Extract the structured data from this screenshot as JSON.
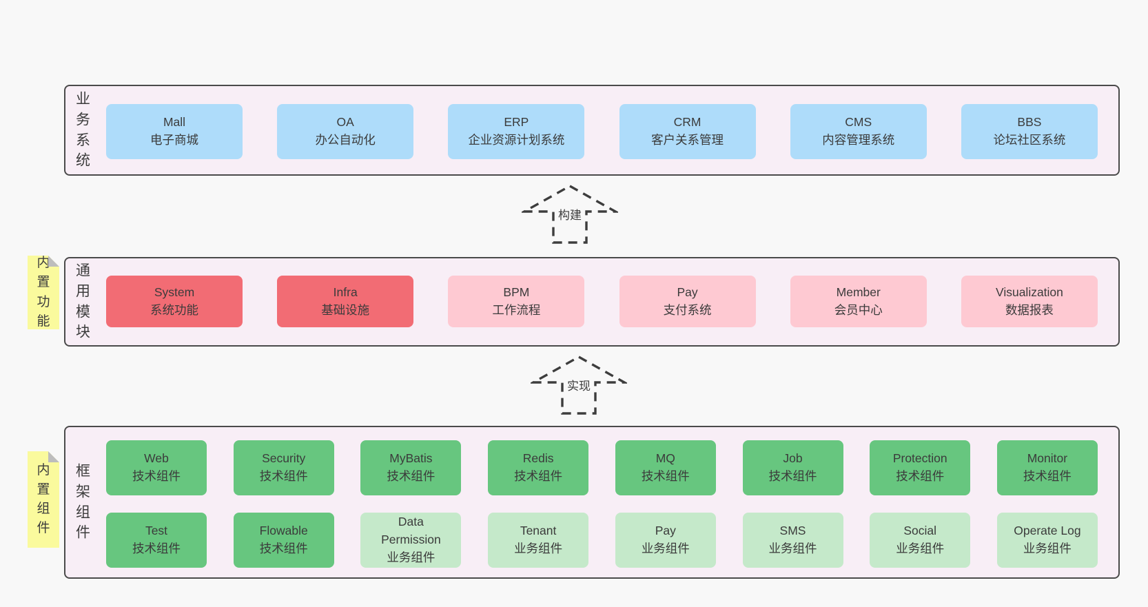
{
  "diagram": {
    "colors": {
      "page_bg": "#f8f8f8",
      "layer_bg": "#f8eef6",
      "layer_border": "#4a4a4a",
      "blue_box": "#aedcfa",
      "red_box": "#f26c74",
      "pink_box": "#fec9d2",
      "green_dark_box": "#67c67f",
      "green_light_box": "#c5e9ca",
      "sticky_note": "#fafa9d",
      "sticky_fold": "#bdbdbd",
      "text": "#3b3b3b"
    },
    "arrows": [
      {
        "label": "构建"
      },
      {
        "label": "实现"
      }
    ],
    "layers": {
      "business": {
        "side_label": "业务系统",
        "boxes": [
          {
            "title": "Mall",
            "subtitle": "电子商城",
            "variant": "blue"
          },
          {
            "title": "OA",
            "subtitle": "办公自动化",
            "variant": "blue"
          },
          {
            "title": "ERP",
            "subtitle": "企业资源计划系统",
            "variant": "blue"
          },
          {
            "title": "CRM",
            "subtitle": "客户关系管理",
            "variant": "blue"
          },
          {
            "title": "CMS",
            "subtitle": "内容管理系统",
            "variant": "blue"
          },
          {
            "title": "BBS",
            "subtitle": "论坛社区系统",
            "variant": "blue"
          }
        ]
      },
      "modules": {
        "side_label": "通用模块",
        "sticky_note": "内置功能",
        "boxes": [
          {
            "title": "System",
            "subtitle": "系统功能",
            "variant": "red"
          },
          {
            "title": "Infra",
            "subtitle": "基础设施",
            "variant": "red"
          },
          {
            "title": "BPM",
            "subtitle": "工作流程",
            "variant": "pink"
          },
          {
            "title": "Pay",
            "subtitle": "支付系统",
            "variant": "pink"
          },
          {
            "title": "Member",
            "subtitle": "会员中心",
            "variant": "pink"
          },
          {
            "title": "Visualization",
            "subtitle": "数据报表",
            "variant": "pink"
          }
        ]
      },
      "components": {
        "side_label": "框架组件",
        "sticky_note": "内置组件",
        "row1": [
          {
            "title": "Web",
            "subtitle": "技术组件",
            "variant": "green-dark"
          },
          {
            "title": "Security",
            "subtitle": "技术组件",
            "variant": "green-dark"
          },
          {
            "title": "MyBatis",
            "subtitle": "技术组件",
            "variant": "green-dark"
          },
          {
            "title": "Redis",
            "subtitle": "技术组件",
            "variant": "green-dark"
          },
          {
            "title": "MQ",
            "subtitle": "技术组件",
            "variant": "green-dark"
          },
          {
            "title": "Job",
            "subtitle": "技术组件",
            "variant": "green-dark"
          },
          {
            "title": "Protection",
            "subtitle": "技术组件",
            "variant": "green-dark"
          },
          {
            "title": "Monitor",
            "subtitle": "技术组件",
            "variant": "green-dark"
          }
        ],
        "row2": [
          {
            "title": "Test",
            "subtitle": "技术组件",
            "variant": "green-dark"
          },
          {
            "title": "Flowable",
            "subtitle": "技术组件",
            "variant": "green-dark"
          },
          {
            "title": "Data Permission",
            "subtitle": "业务组件",
            "variant": "green-light"
          },
          {
            "title": "Tenant",
            "subtitle": "业务组件",
            "variant": "green-light"
          },
          {
            "title": "Pay",
            "subtitle": "业务组件",
            "variant": "green-light"
          },
          {
            "title": "SMS",
            "subtitle": "业务组件",
            "variant": "green-light"
          },
          {
            "title": "Social",
            "subtitle": "业务组件",
            "variant": "green-light"
          },
          {
            "title": "Operate Log",
            "subtitle": "业务组件",
            "variant": "green-light"
          }
        ]
      }
    }
  }
}
